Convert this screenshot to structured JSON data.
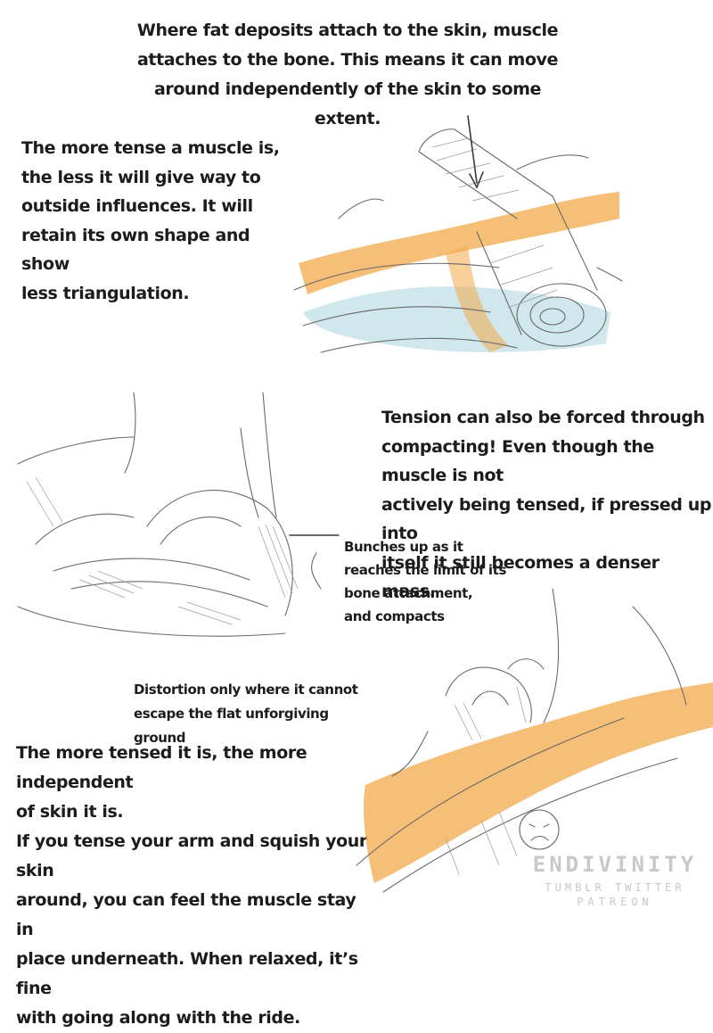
{
  "texts": {
    "intro": "Where fat deposits attach to the skin, muscle\nattaches to the bone. This means it can move\naround independently of the skin to some extent.",
    "tense": "The more tense a muscle is,\nthe less it will give way to\noutside influences. It will\nretain its own shape and show\nless triangulation.",
    "compact": "Tension can also be forced through\ncompacting! Even though the muscle is not\nactively being tensed, if pressed up into\nitself it still becomes a denser mass.",
    "bunch": "Bunches up as it\nreaches the limit of its\nbone attachment,\nand compacts",
    "distort": "Distortion only where it cannot\nescape the flat unforgiving ground",
    "independ": "The more tensed it is, the more independent\nof skin it is.\nIf you tense your arm and squish your skin\naround, you can feel the muscle stay in\nplace underneath. When relaxed, it’s fine\nwith going along with the ride."
  },
  "watermark": {
    "name": "ENDIVINITY",
    "tumblr": "TUMBLR TWITTER",
    "patreon": "PATREON"
  },
  "colors": {
    "orange": "#f2a94a",
    "blue": "#bcdde6",
    "pencil": "#6a6a6a"
  },
  "icons": {
    "arrow": "down-arrow-icon",
    "face": "grumpy-face-icon"
  }
}
